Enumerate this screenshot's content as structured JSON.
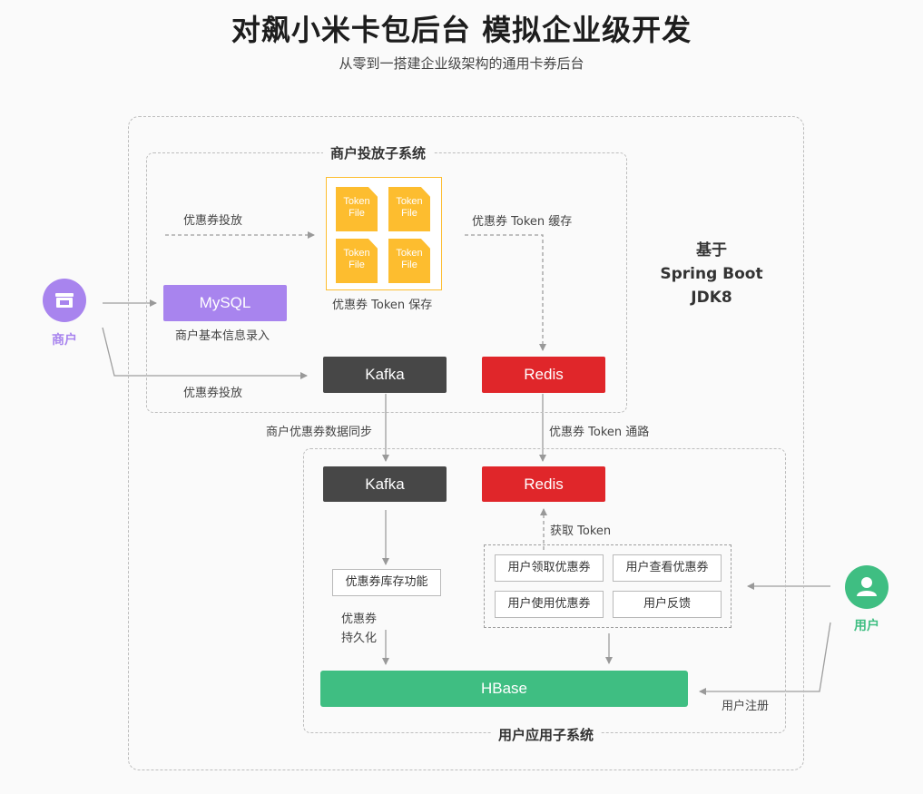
{
  "title": "对飙小米卡包后台 模拟企业级开发",
  "subtitle": "从零到一搭建企业级架构的通用卡券后台",
  "merchant_subsystem": {
    "label": "商户投放子系统",
    "coupon_issue_top": "优惠券投放",
    "coupon_issue_bottom": "优惠券投放",
    "token_files": [
      "Token\nFile",
      "Token\nFile",
      "Token\nFile",
      "Token\nFile"
    ],
    "token_file_line1": "Token",
    "token_file_line2": "File",
    "token_save_label": "优惠券 Token 保存",
    "token_cache_label": "优惠券 Token 缓存",
    "mysql": "MySQL",
    "mysql_caption": "商户基本信息录入",
    "kafka": "Kafka",
    "redis": "Redis"
  },
  "merchant_actor": {
    "label": "商户",
    "color": "#a884ee"
  },
  "user_actor": {
    "label": "用户",
    "color": "#3fbe82"
  },
  "platform": {
    "line1": "基于",
    "line2": "Spring Boot",
    "line3": "JDK8"
  },
  "connectors": {
    "sync_label": "商户优惠券数据同步",
    "token_channel_label": "优惠券 Token 通路"
  },
  "user_subsystem": {
    "label": "用户应用子系统",
    "kafka": "Kafka",
    "redis": "Redis",
    "get_token_label": "获取 Token",
    "inventory_label": "优惠券库存功能",
    "persist_line1": "优惠券",
    "persist_line2": "持久化",
    "functions": [
      "用户领取优惠券",
      "用户查看优惠券",
      "用户使用优惠券",
      "用户反馈"
    ],
    "hbase": "HBase",
    "register_label": "用户注册"
  },
  "colors": {
    "kafka": "#474747",
    "redis": "#e0262a",
    "mysql": "#a884ee",
    "hbase": "#3fbe82",
    "token_file": "#fdbd2f"
  },
  "icons": {
    "merchant": "store-icon",
    "user": "person-icon"
  }
}
